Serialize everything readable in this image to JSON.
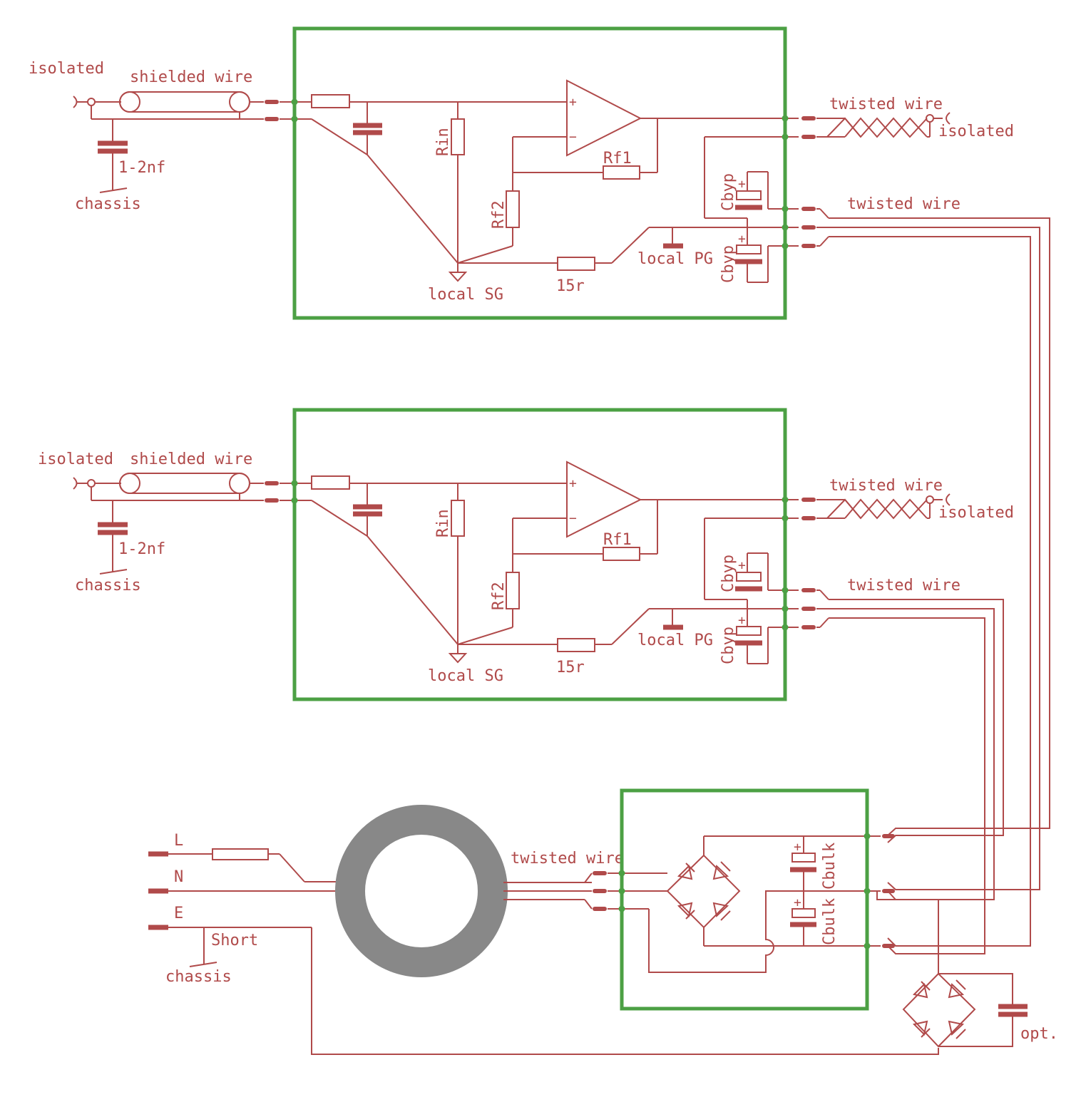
{
  "colors": {
    "wire": "#b04a4a",
    "board": "#4ca044",
    "toroid": "#888888",
    "background": "#ffffff"
  },
  "channels": [
    {
      "in_isolated": "isolated",
      "shielded": "shielded wire",
      "cap_value": "1-2nf",
      "chassis": "chassis",
      "rin": "Rin",
      "rf1": "Rf1",
      "rf2": "Rf2",
      "plus": "+",
      "minus": "−",
      "local_sg": "local SG",
      "r15": "15r",
      "local_pg": "local PG",
      "cbyp_top": "Cbyp",
      "cbyp_bottom": "Cbyp",
      "cap_plus": "+",
      "twisted_out": "twisted wire",
      "out_isolated": "isolated",
      "twisted_supply": "twisted wire"
    },
    {
      "in_isolated": "isolated",
      "shielded": "shielded wire",
      "cap_value": "1-2nf",
      "chassis": "chassis",
      "rin": "Rin",
      "rf1": "Rf1",
      "rf2": "Rf2",
      "plus": "+",
      "minus": "−",
      "local_sg": "local SG",
      "r15": "15r",
      "local_pg": "local PG",
      "cbyp_top": "Cbyp",
      "cbyp_bottom": "Cbyp",
      "cap_plus": "+",
      "twisted_out": "twisted wire",
      "out_isolated": "isolated",
      "twisted_supply": "twisted wire"
    }
  ],
  "psu": {
    "L": "L",
    "N": "N",
    "E": "E",
    "short": "Short",
    "chassis": "chassis",
    "twisted": "twisted wire",
    "cbulk_top": "Cbulk",
    "cbulk_bottom": "Cbulk",
    "cap_plus": "+",
    "opt": "opt."
  }
}
